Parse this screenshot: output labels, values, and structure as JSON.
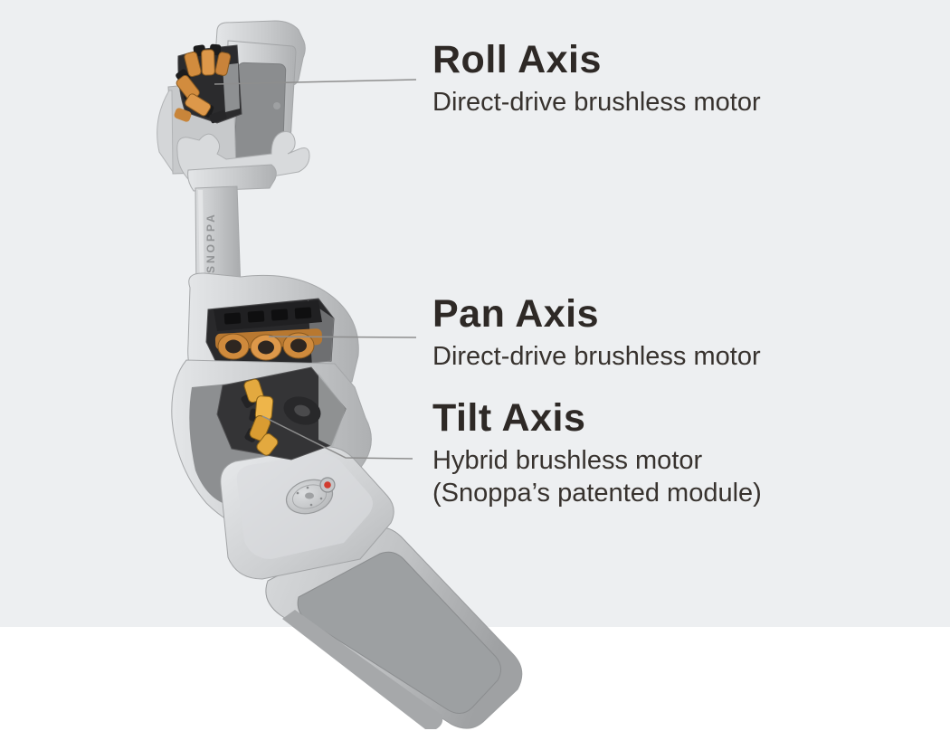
{
  "page": {
    "background_top": "#edeff1",
    "background_bottom": "#ffffff",
    "callout_line_color": "#8e8e8e",
    "heading_color": "#2e2926",
    "body_text_color": "#37322e"
  },
  "device": {
    "logo": "SNOPPA",
    "description": "smartphone gimbal stabilizer cutaway illustration",
    "colors": {
      "body_light": "#dfe1e3",
      "body_mid": "#bfc1c3",
      "body_dark": "#8d8f91",
      "motor_copper": "#d28c3e",
      "motor_gold": "#e3a93f",
      "motor_housing": "#2b2b2d",
      "record_button_red": "#d23b2e"
    }
  },
  "annotations": {
    "roll": {
      "title": "Roll Axis",
      "desc": "Direct-drive brushless motor"
    },
    "pan": {
      "title": "Pan Axis",
      "desc": "Direct-drive brushless motor"
    },
    "tilt": {
      "title": "Tilt Axis",
      "desc_line1": "Hybrid brushless motor",
      "desc_line2": "(Snoppa’s patented module)"
    }
  }
}
